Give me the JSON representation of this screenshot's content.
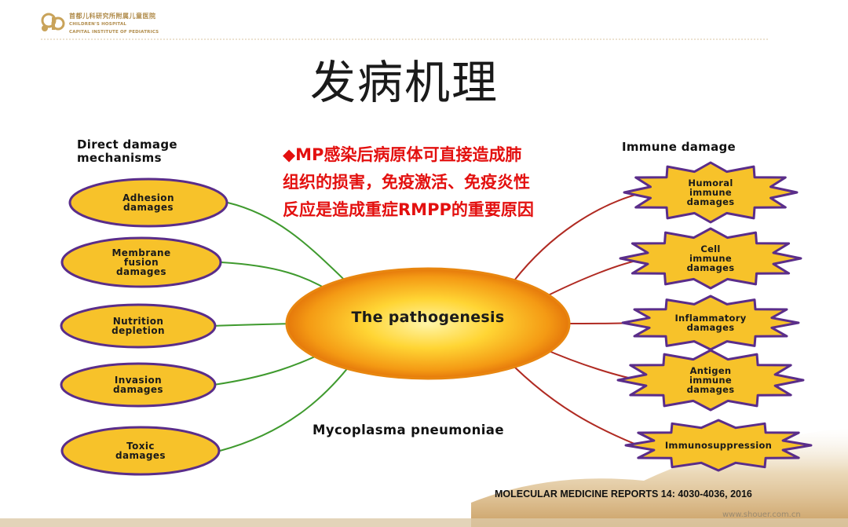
{
  "header": {
    "logo_cn": "首都儿科研究所附属儿童医院",
    "logo_en_line1": "CHILDREN'S HOSPITAL",
    "logo_en_line2": "CAPITAL INSTITUTE OF PEDIATRICS"
  },
  "title": "发病机理",
  "note": {
    "line1": "◆MP感染后病原体可直接造成肺",
    "line2": "组织的损害，免疫激活、免疫炎性",
    "line3": "反应是造成重症RMPP的重要原因"
  },
  "diagram": {
    "left_heading_line1": "Direct damage",
    "left_heading_line2": "mechanisms",
    "right_heading": "Immune damage",
    "center": "The pathogenesis",
    "bottom_label": "Mycoplasma pneumoniae",
    "left_nodes": [
      {
        "label": "Adhesion\ndamages"
      },
      {
        "label": "Membrane\nfusion\ndamages"
      },
      {
        "label": "Nutrition\ndepletion"
      },
      {
        "label": "Invasion\ndamages"
      },
      {
        "label": "Toxic\ndamages"
      }
    ],
    "right_nodes": [
      {
        "label": "Humoral\nimmune\ndamages"
      },
      {
        "label": "Cell\nimmune\ndamages"
      },
      {
        "label": "Inflammatory\ndamages"
      },
      {
        "label": "Antigen\nimmune\ndamages"
      },
      {
        "label": "Immunosuppression"
      }
    ]
  },
  "reference": "MOLECULAR MEDICINE REPORTS 14: 4030-4036, 2016",
  "watermark": "www.shouer.com.cn",
  "colors": {
    "node_fill": "#f7c22a",
    "node_border": "#5a2d8a",
    "left_connector": "#3f9a2e",
    "right_connector": "#b02a22",
    "note_text": "#e3100f",
    "center_outer": "#f08a12",
    "center_inner": "#ffd94a"
  }
}
